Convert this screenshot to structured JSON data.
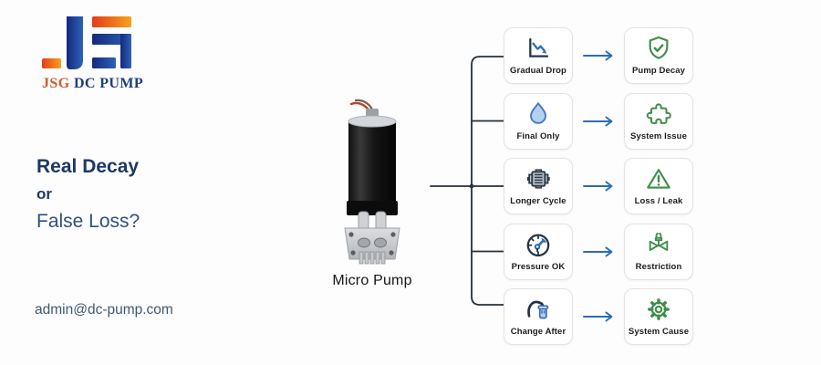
{
  "brand": {
    "logo_jsg": "JSG",
    "logo_rest": " DC PUMP",
    "colors": {
      "orange": "#e8581f",
      "yellow": "#f9a01b",
      "navy": "#1d3f8f"
    }
  },
  "headline": {
    "line1": "Real Decay",
    "line2": "or",
    "line3": "False Loss?"
  },
  "contact": {
    "email": "admin@dc-pump.com"
  },
  "product": {
    "label": "Micro Pump"
  },
  "diagram": {
    "arrow_color": "#2b6cb4",
    "connector_color": "#26303c",
    "icon_green": "#3f8d4a",
    "icon_blue": "#2e6cb5",
    "rows": [
      {
        "left": {
          "label": "Gradual Drop",
          "icon": "chart-decline-icon"
        },
        "right": {
          "label": "Pump Decay",
          "icon": "shield-check-icon"
        }
      },
      {
        "left": {
          "label": "Final Only",
          "icon": "water-drop-icon"
        },
        "right": {
          "label": "System Issue",
          "icon": "puzzle-icon"
        }
      },
      {
        "left": {
          "label": "Longer Cycle",
          "icon": "motor-icon"
        },
        "right": {
          "label": "Loss / Leak",
          "icon": "warning-triangle-icon"
        }
      },
      {
        "left": {
          "label": "Pressure OK",
          "icon": "gauge-icon"
        },
        "right": {
          "label": "Restriction",
          "icon": "valve-icon"
        }
      },
      {
        "left": {
          "label": "Change After",
          "icon": "hose-filter-icon"
        },
        "right": {
          "label": "System Cause",
          "icon": "gear-icon"
        }
      }
    ]
  }
}
